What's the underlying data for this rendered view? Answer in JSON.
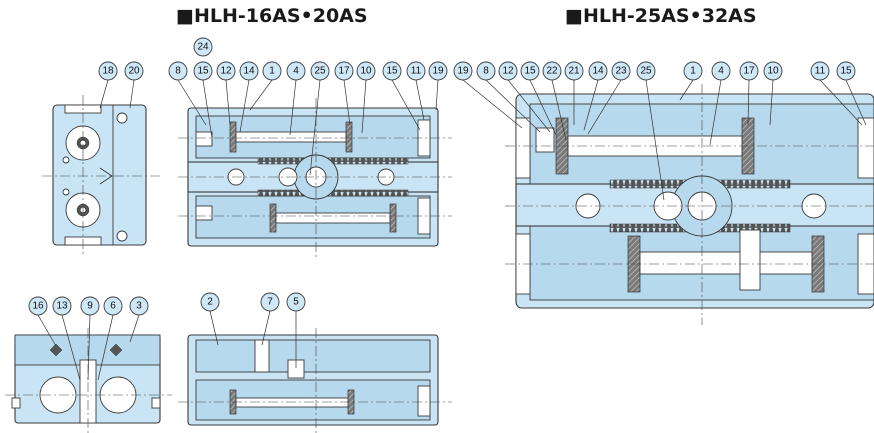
{
  "titles": {
    "left": "■HLH-16AS•20AS",
    "right": "■HLH-25AS•32AS"
  },
  "balloons": {
    "b24": "24",
    "b18": "18",
    "b20a": "20",
    "b8a": "8",
    "b15a": "15",
    "b12a": "12",
    "b14a": "14",
    "b1a": "1",
    "b4a": "4",
    "b25a": "25",
    "b17a": "17",
    "b10a": "10",
    "b15b": "15",
    "b11a": "11",
    "b19a": "19",
    "b19b": "19",
    "b8b": "8",
    "b12b": "12",
    "b15c": "15",
    "b22": "22",
    "b21": "21",
    "b14b": "14",
    "b23": "23",
    "b25b": "25",
    "b1b": "1",
    "b4b": "4",
    "b17b": "17",
    "b10b": "10",
    "b11b": "11",
    "b15d": "15",
    "b16": "16",
    "b13": "13",
    "b9": "9",
    "b6": "6",
    "b3": "3",
    "b2": "2",
    "b7": "7",
    "b5": "5"
  }
}
